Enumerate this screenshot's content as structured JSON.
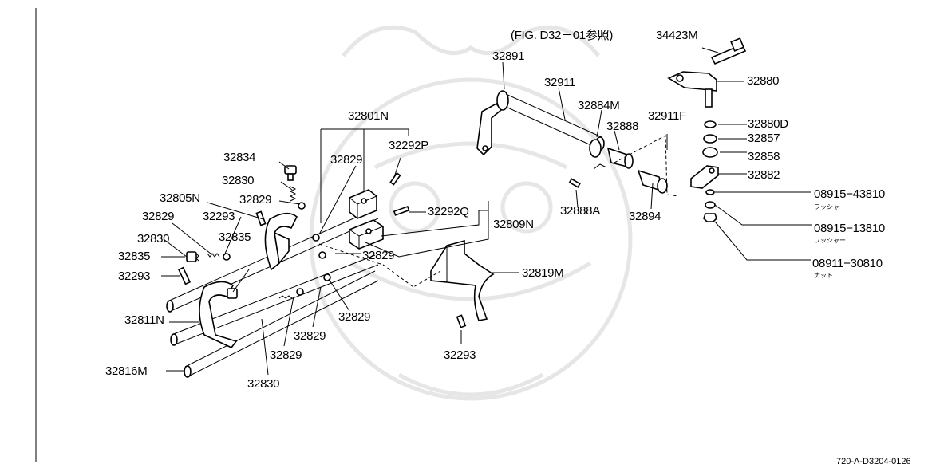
{
  "figure_ref": "(FIG. D32－01参照)",
  "part_labels": {
    "p34423M": "34423M",
    "p32891": "32891",
    "p32911": "32911",
    "p32884M": "32884M",
    "p32888": "32888",
    "p32911F": "32911F",
    "p32880": "32880",
    "p32880D": "32880D",
    "p32857": "32857",
    "p32858": "32858",
    "p32882": "32882",
    "p32888A": "32888A",
    "p32894": "32894",
    "p08915_43810": "08915−43810",
    "p08915_13810": "08915−13810",
    "p08911_30810": "08911−30810",
    "p32801N": "32801N",
    "p32292P": "32292P",
    "p32834": "32834",
    "p32829_a": "32829",
    "p32830_a": "32830",
    "p32805N": "32805N",
    "p32829_b": "32829",
    "p32829_c": "32829",
    "p32293_a": "32293",
    "p32292Q": "32292Q",
    "p32809N": "32809N",
    "p32830_b": "32830",
    "p32835_a": "32835",
    "p32835_b": "32835",
    "p32829_d": "32829",
    "p32293_b": "32293",
    "p32819M": "32819M",
    "p32811N": "32811N",
    "p32829_e": "32829",
    "p32829_f": "32829",
    "p32829_g": "32829",
    "p32293_c": "32293",
    "p32816M": "32816M",
    "p32830_c": "32830"
  },
  "sub_labels": {
    "washer_1": "ワッシャ",
    "washer_2": "ワッシャー",
    "nut": "ナット"
  },
  "diagram_code": "720-A-D3204-0126"
}
